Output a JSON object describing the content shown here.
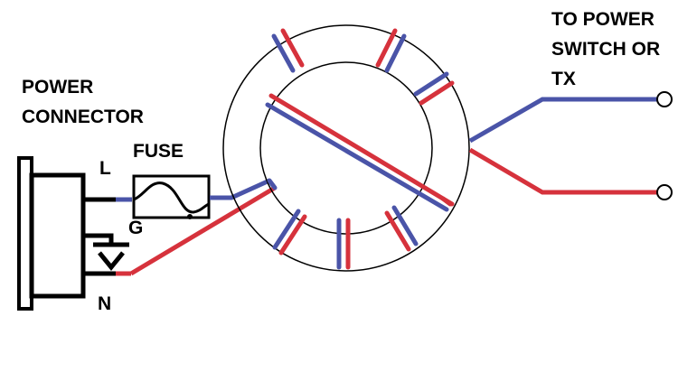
{
  "labels": {
    "power_connector": [
      "POWER",
      "CONNECTOR"
    ],
    "fuse": "FUSE",
    "line": "L",
    "ground": "G",
    "neutral": "N",
    "output": [
      "TO POWER",
      "SWITCH OR",
      "TX"
    ]
  },
  "colors": {
    "wire_live": "#4a54a8",
    "wire_neutral": "#d6323c",
    "outline": "#000000",
    "background": "#ffffff"
  },
  "components": [
    "power-connector",
    "fuse",
    "toroid-core",
    "output-terminal-live",
    "output-terminal-neutral"
  ]
}
